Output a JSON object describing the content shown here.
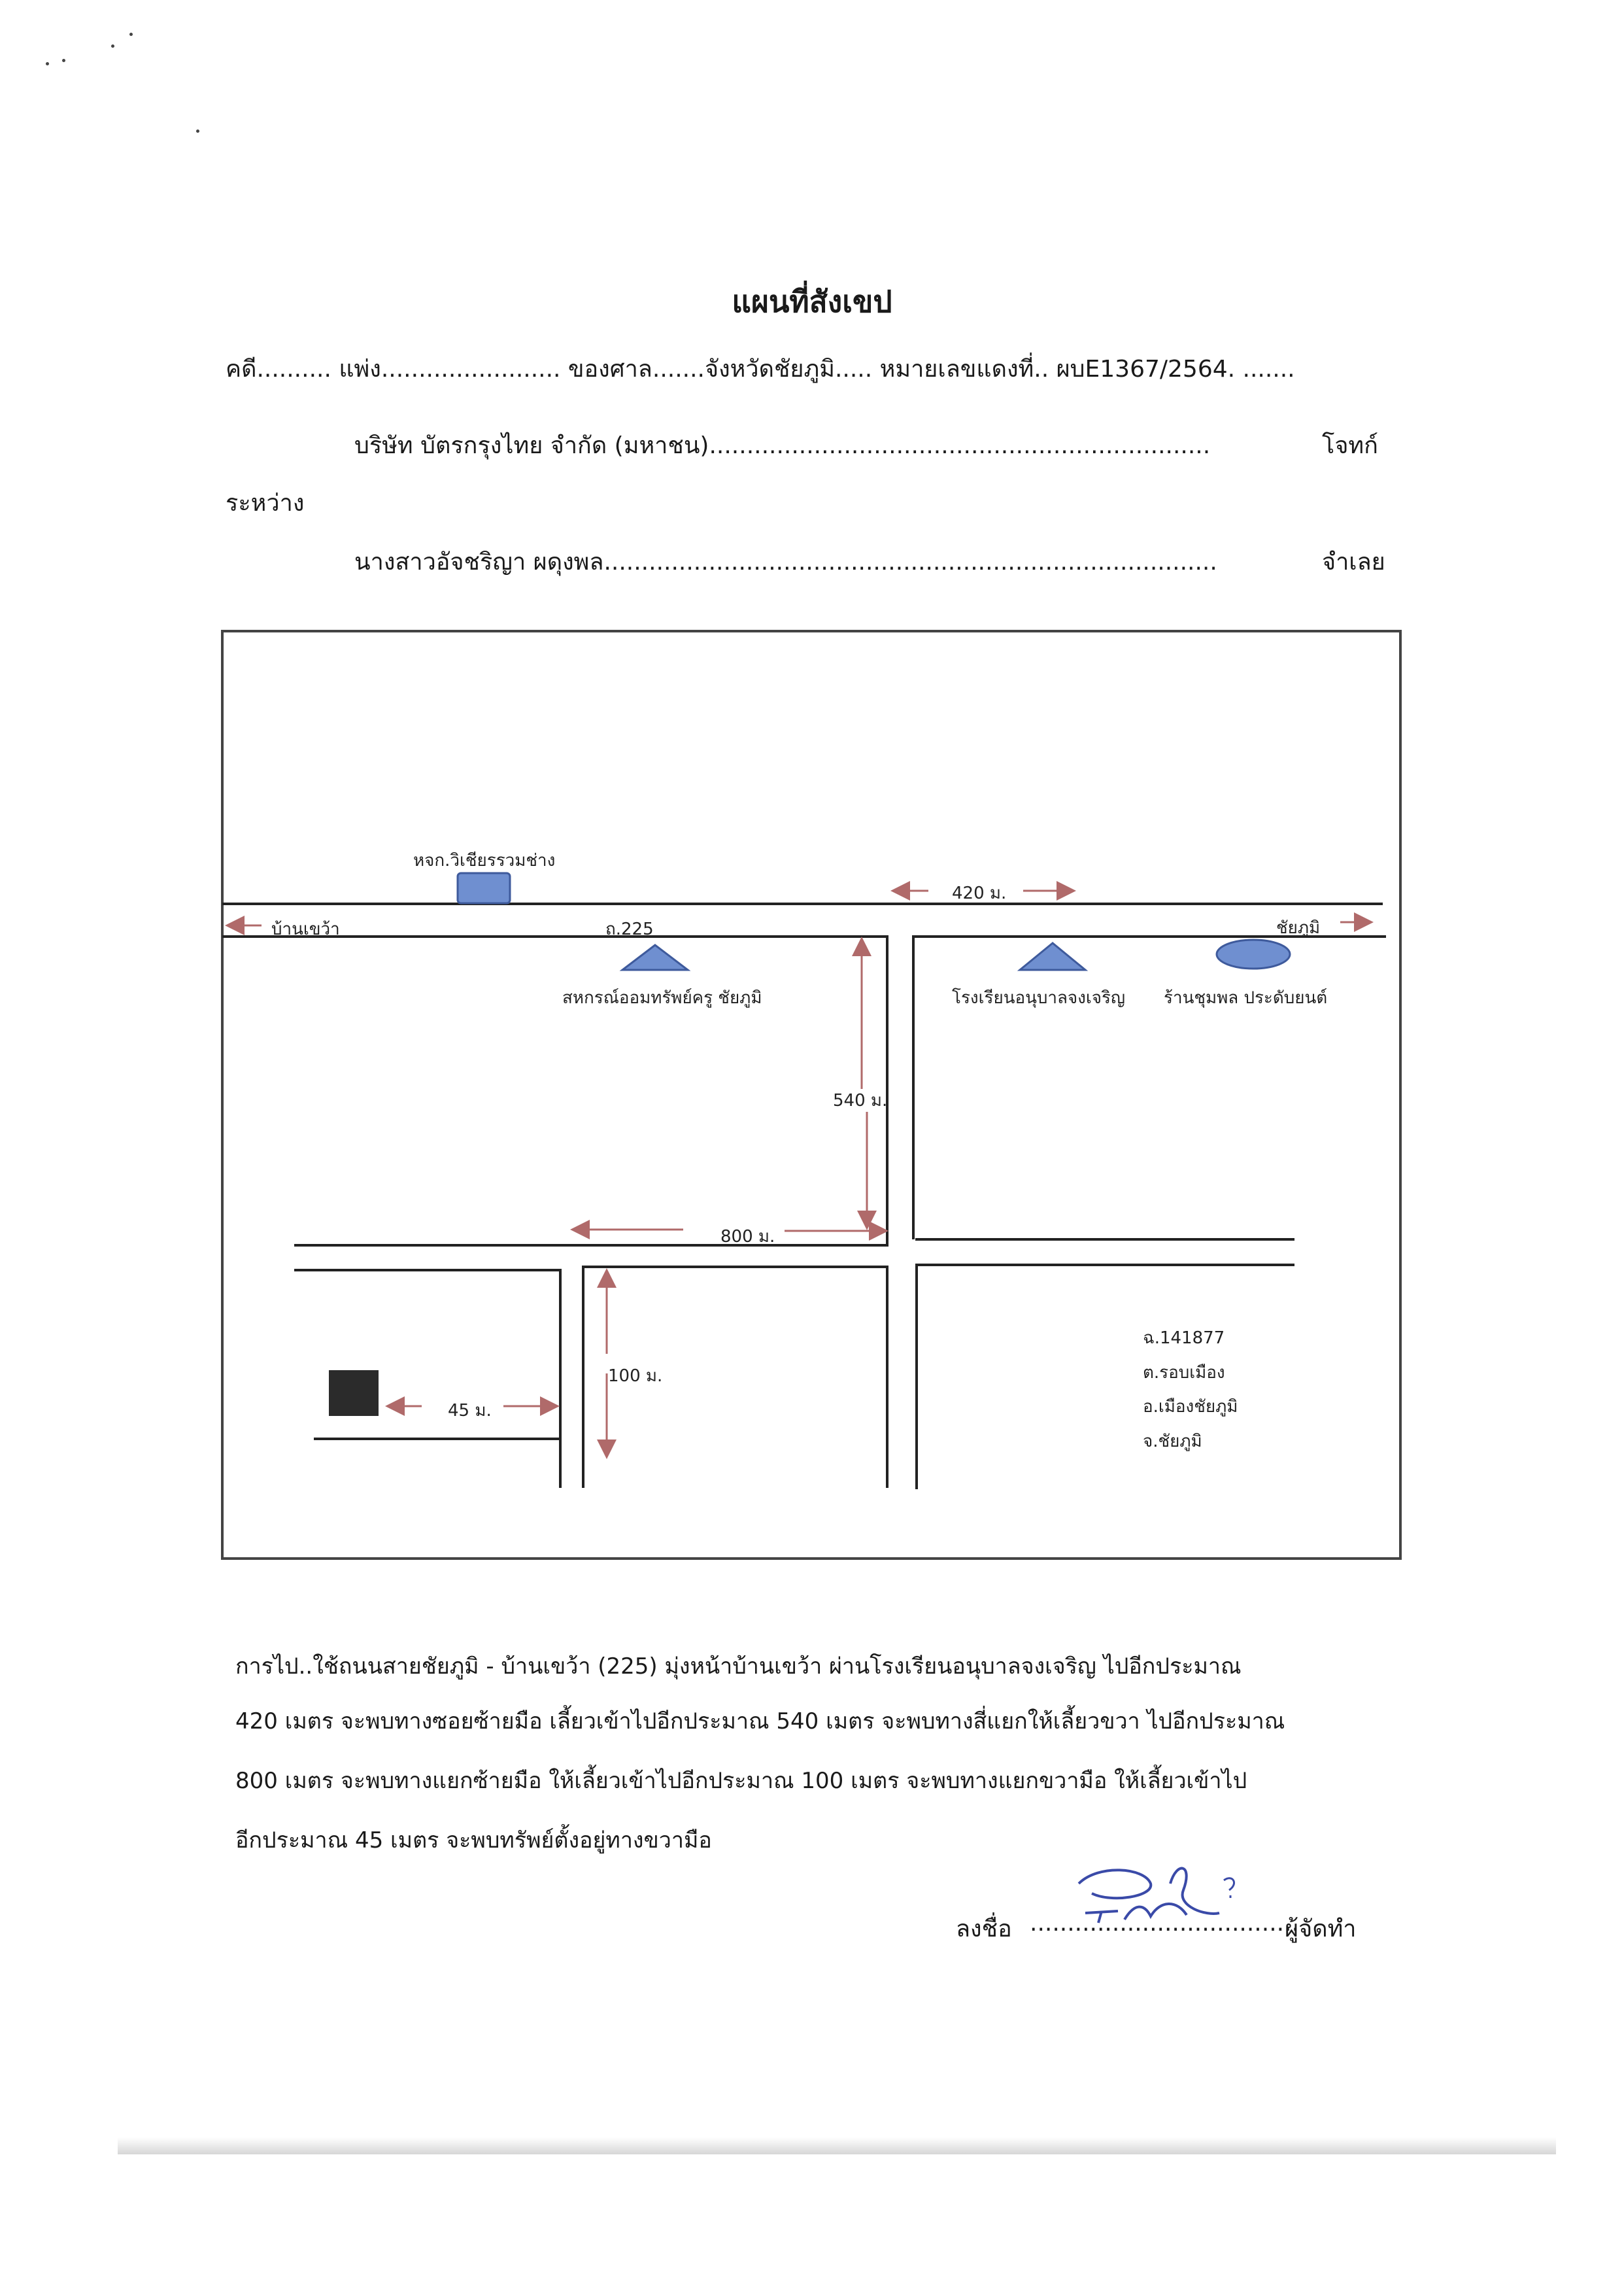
{
  "document": {
    "title": "แผนที่สังเขป",
    "case_line": "คดี.......... แพ่ง........................ ของศาล.......จังหวัดชัยภูมิ..... หมายเลขแดงที่.. ผบE1367/2564. .......",
    "plaintiff_line": "บริษัท บัตรกรุงไทย จำกัด (มหาชน)...................................................................",
    "plaintiff_role": "โจทก์",
    "between_label": "ระหว่าง",
    "defendant_line": "นางสาวอัจชริญา ผดุงพล..................................................................................",
    "defendant_role": "จำเลย"
  },
  "map": {
    "shop_label": "หจก.วิเชียรรวมช่าง",
    "distance_420": "420 ม.",
    "left_direction": "บ้านเขว้า",
    "road_name": "ถ.225",
    "right_direction": "ชัยภูมิ",
    "coop_label": "สหกรณ์ออมทรัพย์ครู ชัยภูมิ",
    "school_label": "โรงเรียนอนุบาลจงเจริญ",
    "store_label": "ร้านชุมพล ประดับยนต์",
    "distance_540": "540 ม.",
    "distance_800": "800 ม.",
    "distance_100": "100 ม.",
    "distance_45": "45 ม.",
    "address_lines": [
      "ฉ.141877",
      "ต.รอบเมือง",
      "อ.เมืองชัยภูมิ",
      "จ.ชัยภูมิ"
    ],
    "colors": {
      "landmark_fill": "#6f8fd0",
      "landmark_stroke": "#3e5a9c",
      "arrow": "#b06a6a",
      "target": "#2b2b2b"
    }
  },
  "directions": {
    "lines": [
      "การไป..ใช้ถนนสายชัยภูมิ - บ้านเขว้า (225) มุ่งหน้าบ้านเขว้า ผ่านโรงเรียนอนุบาลจงเจริญ ไปอีกประมาณ",
      "420 เมตร จะพบทางซอยซ้ายมือ เลี้ยวเข้าไปอีกประมาณ 540 เมตร จะพบทางสี่แยกให้เลี้ยวขวา ไปอีกประมาณ",
      "800 เมตร จะพบทางแยกซ้ายมือ ให้เลี้ยวเข้าไปอีกประมาณ 100 เมตร จะพบทางแยกขวามือ ให้เลี้ยวเข้าไป",
      "อีกประมาณ 45 เมตร จะพบทรัพย์ตั้งอยู่ทางขวามือ"
    ]
  },
  "signature": {
    "label": "ลงชื่อ",
    "dots": "....................................",
    "role": "ผู้จัดทำ"
  }
}
